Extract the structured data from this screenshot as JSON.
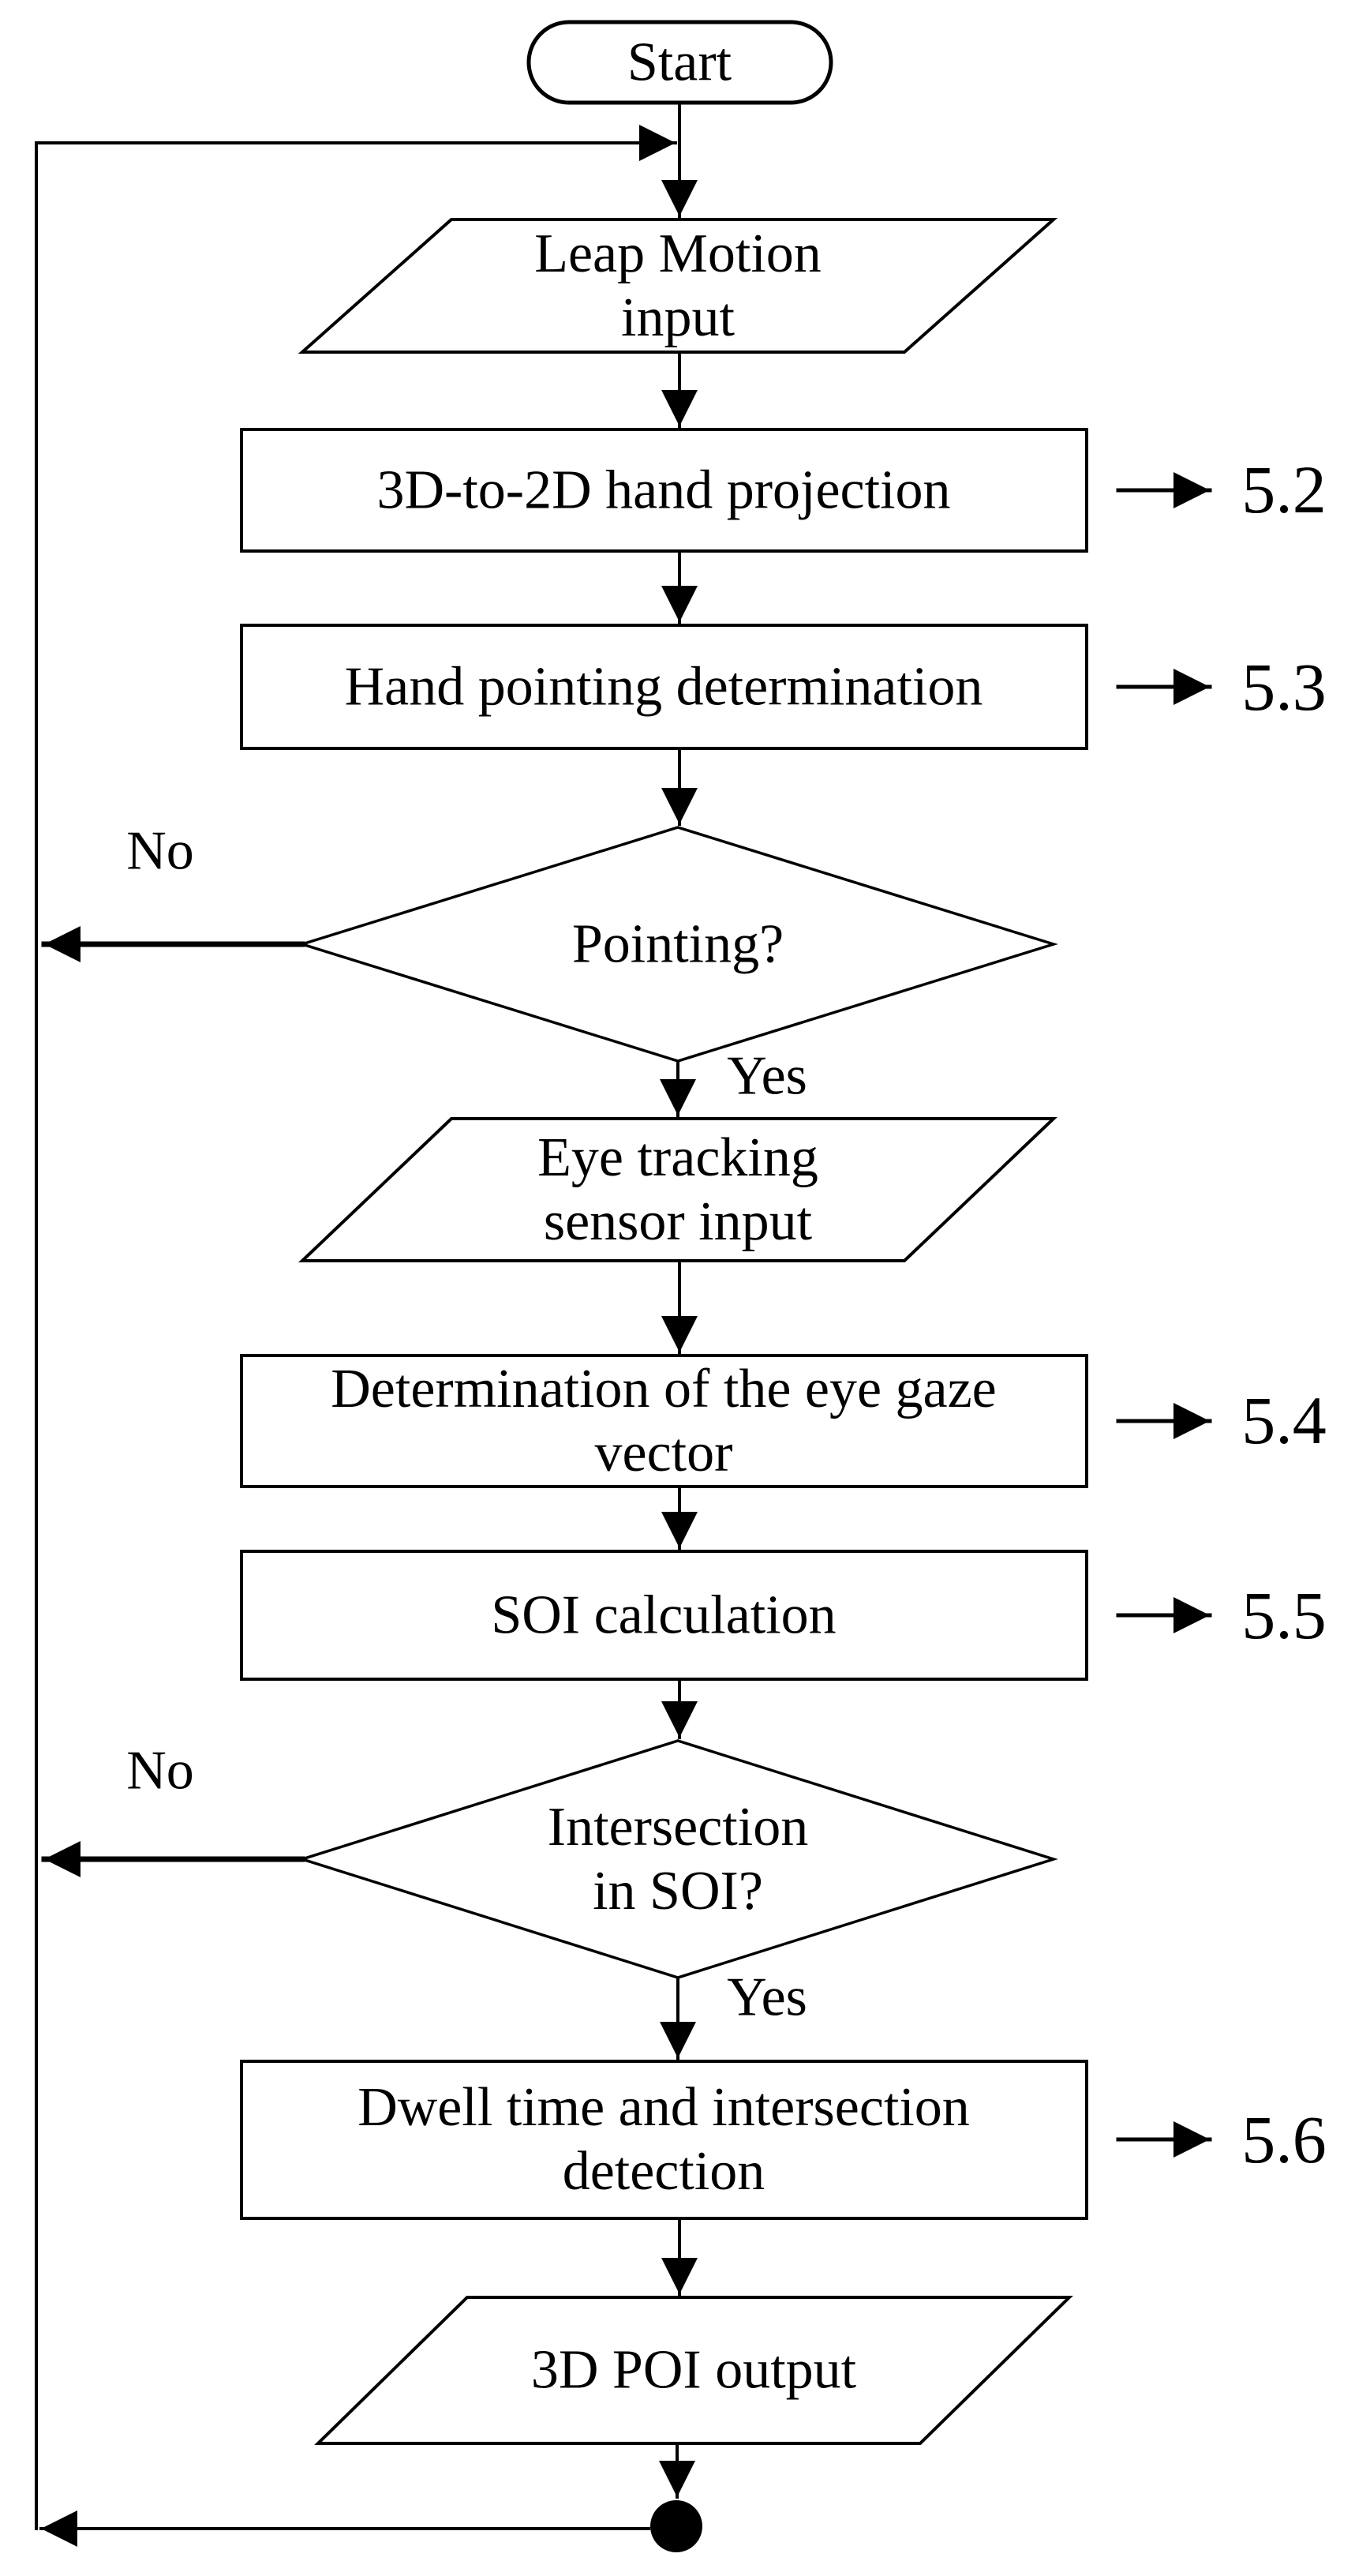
{
  "figure": {
    "type": "flowchart",
    "background_color": "#ffffff",
    "ink_color": "#000000"
  },
  "nodes": {
    "start": {
      "label": "Start",
      "shape": "terminator"
    },
    "leap_input": {
      "label": "Leap Motion\ninput",
      "shape": "input-output"
    },
    "hand_projection": {
      "label": "3D-to-2D hand projection",
      "shape": "process",
      "ref": "5.2"
    },
    "pointing_determination": {
      "label": "Hand pointing determination",
      "shape": "process",
      "ref": "5.3"
    },
    "pointing_decision": {
      "label": "Pointing?",
      "shape": "decision",
      "no_label": "No",
      "yes_label": "Yes"
    },
    "eye_input": {
      "label": "Eye tracking\nsensor input",
      "shape": "input-output"
    },
    "gaze_vector": {
      "label": "Determination of the eye gaze\nvector",
      "shape": "process",
      "ref": "5.4"
    },
    "soi_calculation": {
      "label": "SOI calculation",
      "shape": "process",
      "ref": "5.5"
    },
    "intersection_decision": {
      "label": "Intersection\nin SOI?",
      "shape": "decision",
      "no_label": "No",
      "yes_label": "Yes"
    },
    "dwell_detection": {
      "label": "Dwell time and intersection\ndetection",
      "shape": "process",
      "ref": "5.6"
    },
    "poi_output": {
      "label": "3D POI output",
      "shape": "input-output"
    }
  }
}
